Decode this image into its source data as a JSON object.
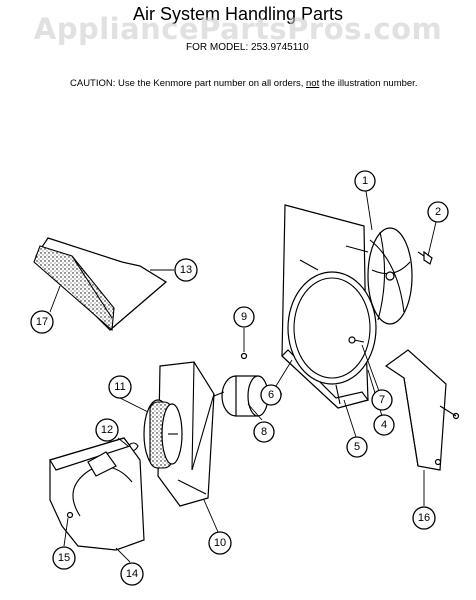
{
  "watermark": "AppliancePartsPros.com",
  "header": {
    "title": "Air System Handling Parts",
    "model_prefix": "FOR MODEL:",
    "model_number": "253.9745110"
  },
  "caution": {
    "prefix": "CAUTION:  Use the Kenmore part number on all orders,",
    "emphasis": "not",
    "suffix": "the illustration number."
  },
  "callouts": [
    "1",
    "2",
    "4",
    "5",
    "6",
    "7",
    "8",
    "9",
    "10",
    "11",
    "12",
    "13",
    "14",
    "15",
    "16",
    "17"
  ]
}
